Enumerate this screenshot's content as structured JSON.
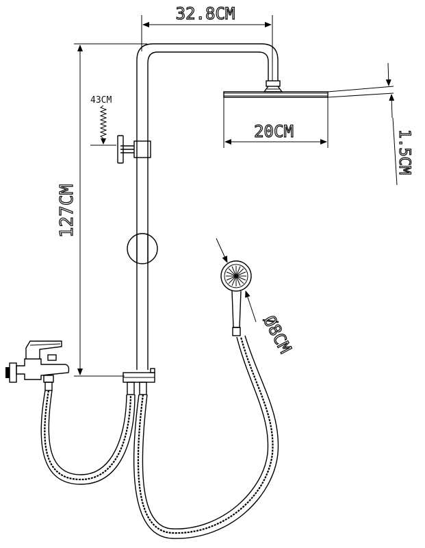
{
  "dimensions": {
    "arm_width": "32.8CM",
    "total_height": "127CM",
    "head_width": "20CM",
    "head_thickness": "1.5CM",
    "hand_shower_diameter": "Ø8CM",
    "adjust_range": "43CM"
  }
}
